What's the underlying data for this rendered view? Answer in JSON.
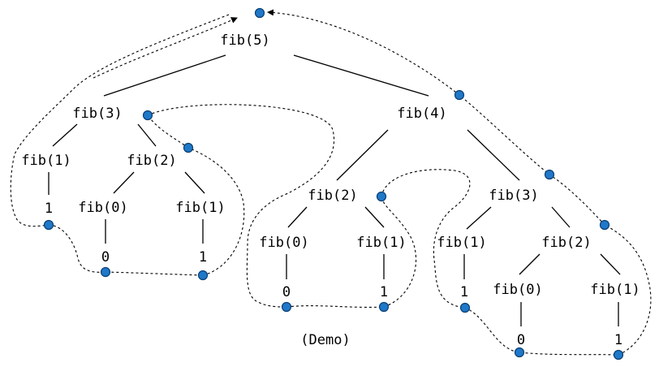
{
  "nodes": [
    {
      "id": "n0",
      "text": "fib(5)"
    },
    {
      "id": "n1",
      "text": "fib(3)"
    },
    {
      "id": "n2",
      "text": "fib(4)"
    },
    {
      "id": "n3",
      "text": "fib(1)"
    },
    {
      "id": "n4",
      "text": "fib(2)"
    },
    {
      "id": "n5",
      "text": "1"
    },
    {
      "id": "n6",
      "text": "fib(0)"
    },
    {
      "id": "n7",
      "text": "fib(1)"
    },
    {
      "id": "n8",
      "text": "0"
    },
    {
      "id": "n9",
      "text": "1"
    },
    {
      "id": "n10",
      "text": "fib(2)"
    },
    {
      "id": "n11",
      "text": "fib(3)"
    },
    {
      "id": "n12",
      "text": "fib(0)"
    },
    {
      "id": "n13",
      "text": "fib(1)"
    },
    {
      "id": "n14",
      "text": "0"
    },
    {
      "id": "n15",
      "text": "1"
    },
    {
      "id": "n16",
      "text": "fib(1)"
    },
    {
      "id": "n17",
      "text": "fib(2)"
    },
    {
      "id": "n18",
      "text": "1"
    },
    {
      "id": "n19",
      "text": "fib(0)"
    },
    {
      "id": "n20",
      "text": "fib(1)"
    },
    {
      "id": "n21",
      "text": "0"
    },
    {
      "id": "n22",
      "text": "1"
    }
  ],
  "edges": [
    [
      "n0",
      "n1"
    ],
    [
      "n0",
      "n2"
    ],
    [
      "n1",
      "n3"
    ],
    [
      "n1",
      "n4"
    ],
    [
      "n3",
      "n5"
    ],
    [
      "n4",
      "n6"
    ],
    [
      "n4",
      "n7"
    ],
    [
      "n6",
      "n8"
    ],
    [
      "n7",
      "n9"
    ],
    [
      "n2",
      "n10"
    ],
    [
      "n2",
      "n11"
    ],
    [
      "n10",
      "n12"
    ],
    [
      "n10",
      "n13"
    ],
    [
      "n12",
      "n14"
    ],
    [
      "n13",
      "n15"
    ],
    [
      "n11",
      "n16"
    ],
    [
      "n11",
      "n17"
    ],
    [
      "n16",
      "n18"
    ],
    [
      "n17",
      "n19"
    ],
    [
      "n17",
      "n20"
    ],
    [
      "n19",
      "n21"
    ],
    [
      "n20",
      "n22"
    ]
  ],
  "caption": "(Demo)",
  "colors": {
    "dot": "#1f78c8",
    "dot_outline": "#0b3f72",
    "line": "#000000"
  }
}
